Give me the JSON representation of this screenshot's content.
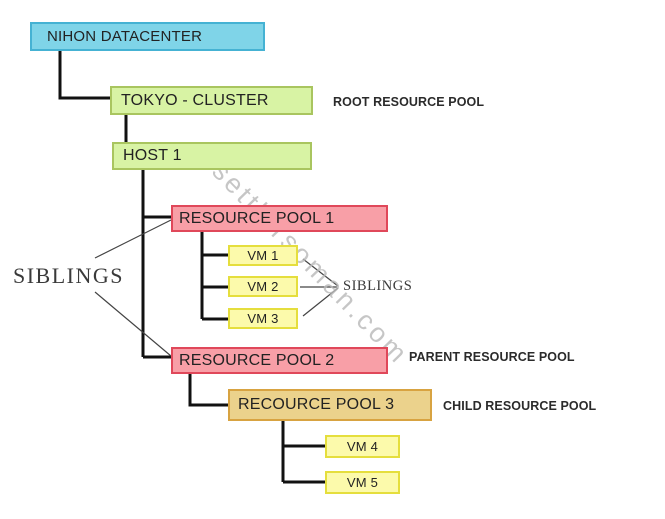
{
  "watermark": "settlersoman.com",
  "colors": {
    "datacenter_fill": "#7fd4e8",
    "datacenter_border": "#45b2d3",
    "cluster_fill": "#d8f3a4",
    "cluster_border": "#a9c55f",
    "pool_fill": "#f89fa7",
    "pool_border": "#e0485a",
    "vm_fill": "#fcfaab",
    "vm_border": "#e5de3d",
    "child_fill": "#ebd28c",
    "child_border": "#d8a341",
    "line": "#111111",
    "callout_line": "#444444"
  },
  "nodes": {
    "datacenter": {
      "label": "NIHON DATACENTER"
    },
    "cluster": {
      "label": "TOKYO - CLUSTER"
    },
    "host": {
      "label": "HOST 1"
    },
    "pool1": {
      "label": "RESOURCE POOL 1"
    },
    "vm1": {
      "label": "VM 1"
    },
    "vm2": {
      "label": "VM 2"
    },
    "vm3": {
      "label": "VM 3"
    },
    "pool2": {
      "label": "RESOURCE POOL 2"
    },
    "pool3": {
      "label": "RECOURCE POOL 3"
    },
    "vm4": {
      "label": "VM 4"
    },
    "vm5": {
      "label": "VM 5"
    }
  },
  "annotations": {
    "root_pool": "ROOT RESOURCE POOL",
    "parent_pool": "PARENT RESOURCE POOL",
    "child_pool": "CHILD RESOURCE POOL",
    "siblings_left": "SIBLINGS",
    "siblings_right": "SIBLINGS"
  }
}
